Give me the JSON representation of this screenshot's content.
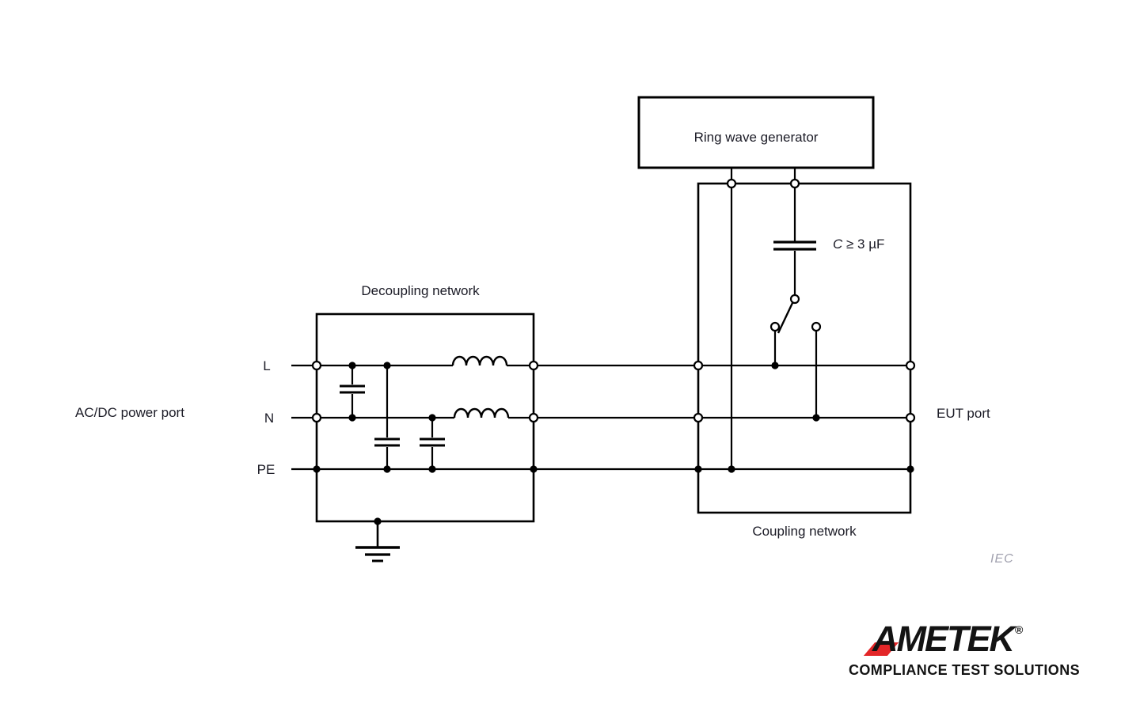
{
  "diagram": {
    "blocks": {
      "ring_wave_generator": "Ring wave generator",
      "decoupling_network": "Decoupling network",
      "coupling_network": "Coupling network"
    },
    "ports": {
      "acdc_power_port": "AC/DC power port",
      "eut_port": "EUT port"
    },
    "line_labels": {
      "l": "L",
      "n": "N",
      "pe": "PE"
    },
    "capacitor_label": {
      "symbol": "C",
      "value": "≥ 3 µF"
    },
    "standard_mark": "IEC",
    "colors": {
      "wire": "#000000",
      "label_text": "#1b1b26",
      "standard_mark_gray": "#a0a0ae",
      "background": "#ffffff"
    }
  },
  "logo": {
    "brand": "AMETEK",
    "registered": "®",
    "tagline": "COMPLIANCE TEST SOLUTIONS",
    "colors": {
      "brand_black": "#131313",
      "accent_red": "#e32628"
    }
  }
}
